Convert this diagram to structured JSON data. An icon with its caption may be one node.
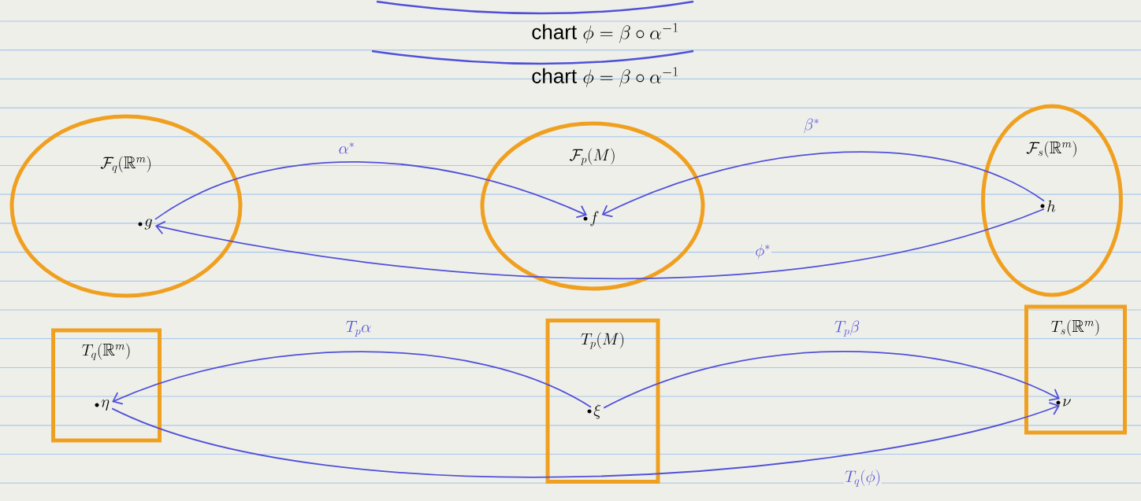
{
  "diagram": {
    "nodes": [
      {
        "text": [
          "\\mathcal{F}_q(\\mathbb{R}^m)"
        ]
      },
      {
        "text": [
          "g"
        ],
        "in": 0
      },
      {
        "text": [
          "\\mathcal{F}_p(M)"
        ]
      },
      {
        "text": [
          "f"
        ],
        "in": 2
      },
      {
        "text": [
          "\\mathcal{F}_s(\\mathbb{R}^m)"
        ]
      },
      {
        "text": [
          "h"
        ],
        "in": 4
      },
      {
        "text": [
          "T_q(\\mathbb{R}^m)"
        ]
      },
      {
        "text": [
          "\\eta"
        ],
        "in": 6
      },
      {
        "text": [
          "T_p(M)"
        ]
      },
      {
        "text": [
          "\\xi"
        ],
        "in": 8
      },
      {
        "text": [
          "T_s(\\mathbb{R}^m)"
        ]
      },
      {
        "text": [
          "\\nu"
        ],
        "in": 10
      }
    ],
    "edges": [
      {
        "from": 1,
        "to": 3,
        "arrow": "to",
        "label": "\\alpha^*"
      },
      {
        "from": 5,
        "to": 3,
        "arrow": "to",
        "label": "\\beta^*"
      },
      {
        "from": 5,
        "to": 1,
        "arrow": "to",
        "label": "\\phi^*"
      },
      {
        "from": 9,
        "to": 7,
        "arrow": "to",
        "label": "T_p\\alpha"
      },
      {
        "from": 9,
        "to": 11,
        "arrow": "to",
        "label": "T_p\\beta"
      },
      {
        "from": 7,
        "to": 11,
        "arrow": "to",
        "label": "T_q(\\phi)"
      }
    ],
    "labels": [
      "\\mathrm{chart}\\ \\phi=\\beta\\circ\\alpha^{-1}",
      "\\mathrm{chart}\\ \\phi=\\beta\\circ\\alpha^{-1}"
    ]
  }
}
